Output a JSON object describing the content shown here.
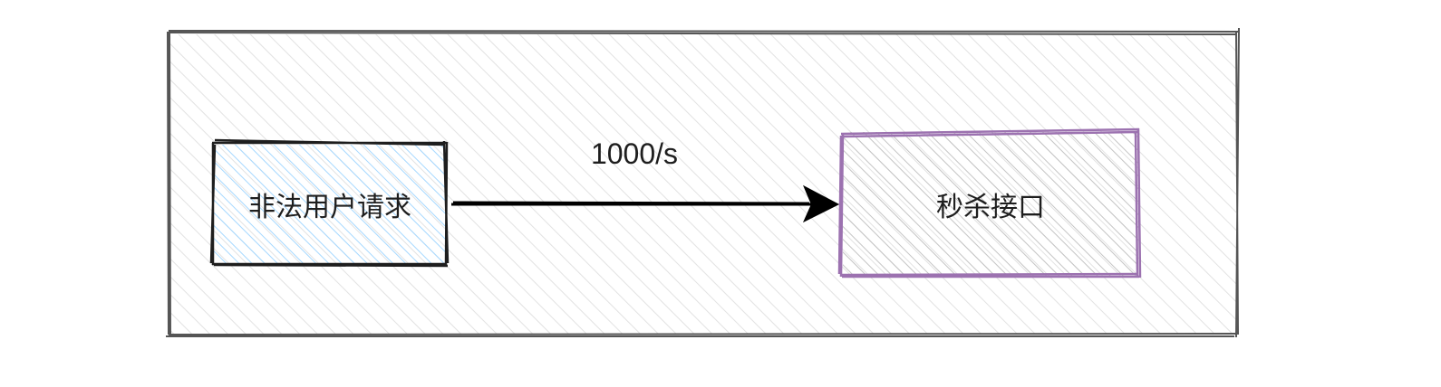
{
  "diagram": {
    "nodes": [
      {
        "id": "illegal-request",
        "label": "非法用户请求",
        "fill": "#a5d8ff",
        "stroke": "#1e1e1e"
      },
      {
        "id": "seckill-api",
        "label": "秒杀接口",
        "fill": "#c9c9c9",
        "stroke": "#9c72b0"
      }
    ],
    "edge": {
      "from": "illegal-request",
      "to": "seckill-api",
      "label": "1000/s"
    },
    "container": {
      "fill": "#dedede",
      "stroke": "#555555"
    }
  }
}
